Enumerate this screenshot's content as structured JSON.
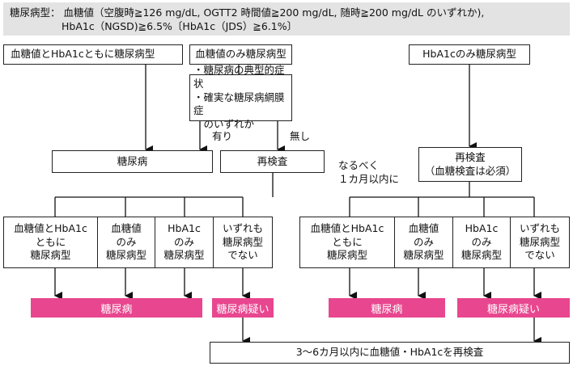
{
  "header": {
    "line1": "糖尿病型： 血糖値（空腹時≧126 mg/dL, OGTT2 時間値≧200 mg/dL, 随時≧200 mg/dL のいずれか),",
    "line2": "HbA1c（NGSD)≧6.5%〔HbA1c（JDS）≧6.1%〕"
  },
  "top_boxes": {
    "both": "血糖値とHbA1cともに糖尿病型",
    "glucose_only": "血糖値のみ糖尿病型",
    "hba1c_only": "HbA1cのみ糖尿病型"
  },
  "criteria": {
    "text": "・糖尿病の典型的症状\n・確実な糖尿病網膜症\n　のいずれか",
    "yes": "有り",
    "no": "無し"
  },
  "middle": {
    "diabetes": "糖尿病",
    "retest": "再検査",
    "retest_right": "再検査\n（血糖検査は必須）",
    "within_month": "なるべく\n１カ月以内に"
  },
  "results_left": [
    "血糖値とHbA1c\nともに\n糖尿病型",
    "血糖値\nのみ\n糖尿病型",
    "HbA1c\nのみ\n糖尿病型",
    "いずれも\n糖尿病型\nでない"
  ],
  "results_right": [
    "血糖値とHbA1c\nともに\n糖尿病型",
    "血糖値\nのみ\n糖尿病型",
    "HbA1c\nのみ\n糖尿病型",
    "いずれも\n糖尿病型\nでない"
  ],
  "outcomes": {
    "diabetes": "糖尿病",
    "suspected": "糖尿病疑い"
  },
  "final": "3〜6カ月以内に血糖値・HbA1cを再検査",
  "colors": {
    "pink": "#e8478f",
    "header_bg": "#e3e3e3"
  }
}
